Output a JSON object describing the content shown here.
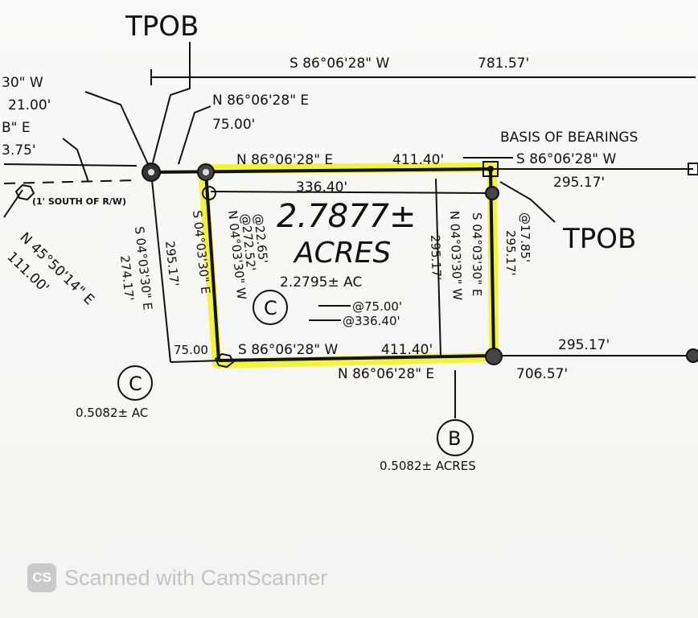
{
  "tpob_label": "TPOB",
  "top_line": {
    "bearing": "S 86°06'28\" W",
    "distance": "781.57'"
  },
  "left_edge": {
    "bearing_partial": "30\" W",
    "distance_partial": "21.00'",
    "bearing_partial_2": "B\" E",
    "distance_partial_2": "3.75'"
  },
  "segment_75": {
    "bearing": "N 86°06'28\" E",
    "distance": "75.00'"
  },
  "north_line": {
    "bearing": "N 86°06'28\" E",
    "distance": "411.40'",
    "inner_distance": "336.40'"
  },
  "basis_of_bearings": {
    "title": "BASIS OF BEARINGS",
    "bearing": "S 86°06'28\" W",
    "distance": "295.17'"
  },
  "south_of_rw": "(1' SOUTH OF R/W)",
  "diagonal": {
    "bearing": "N 45°50'14\" E",
    "distance": "111.00'"
  },
  "tract_c": {
    "letter": "C",
    "total_acres": "2.7877±",
    "acres_word": "ACRES",
    "net_acres": "2.2795± AC",
    "west_outer_bearing": "S 04°03'30\" E",
    "west_outer_distance": "274.17'",
    "west_mid_distance": "295.17'",
    "west_inner_bearing": "S 04°03'30\" E",
    "west_callout_1": "@22.65'",
    "west_callout_2": "@272.52'",
    "west_inner_bearing_2": "N 04°03'30\" W",
    "east_inner_distance": "295.17'",
    "east_inner_bearing": "N 04°03'30\" W",
    "callout_75": "@75.00'",
    "callout_336": "@336.40'",
    "east_bearing": "S 04°03'30\" E",
    "east_distance": "295.17'",
    "east_callout": "@17.85'"
  },
  "south_line": {
    "left_distance": "75.00",
    "bearing": "S 86°06'28\" W",
    "distance": "411.40'",
    "lower_bearing": "N 86°06'28\" E",
    "lower_distance": "706.57'",
    "right_distance": "295.17'"
  },
  "tract_c_small": {
    "letter": "C",
    "area": "0.5082± AC"
  },
  "tract_b": {
    "letter": "B",
    "area": "0.5082± ACRES"
  },
  "watermark": {
    "logo": "CS",
    "text": "Scanned with CamScanner"
  },
  "colors": {
    "highlight": "#f2f21a",
    "ink": "#111111",
    "watermark": "#c2c4c7"
  }
}
